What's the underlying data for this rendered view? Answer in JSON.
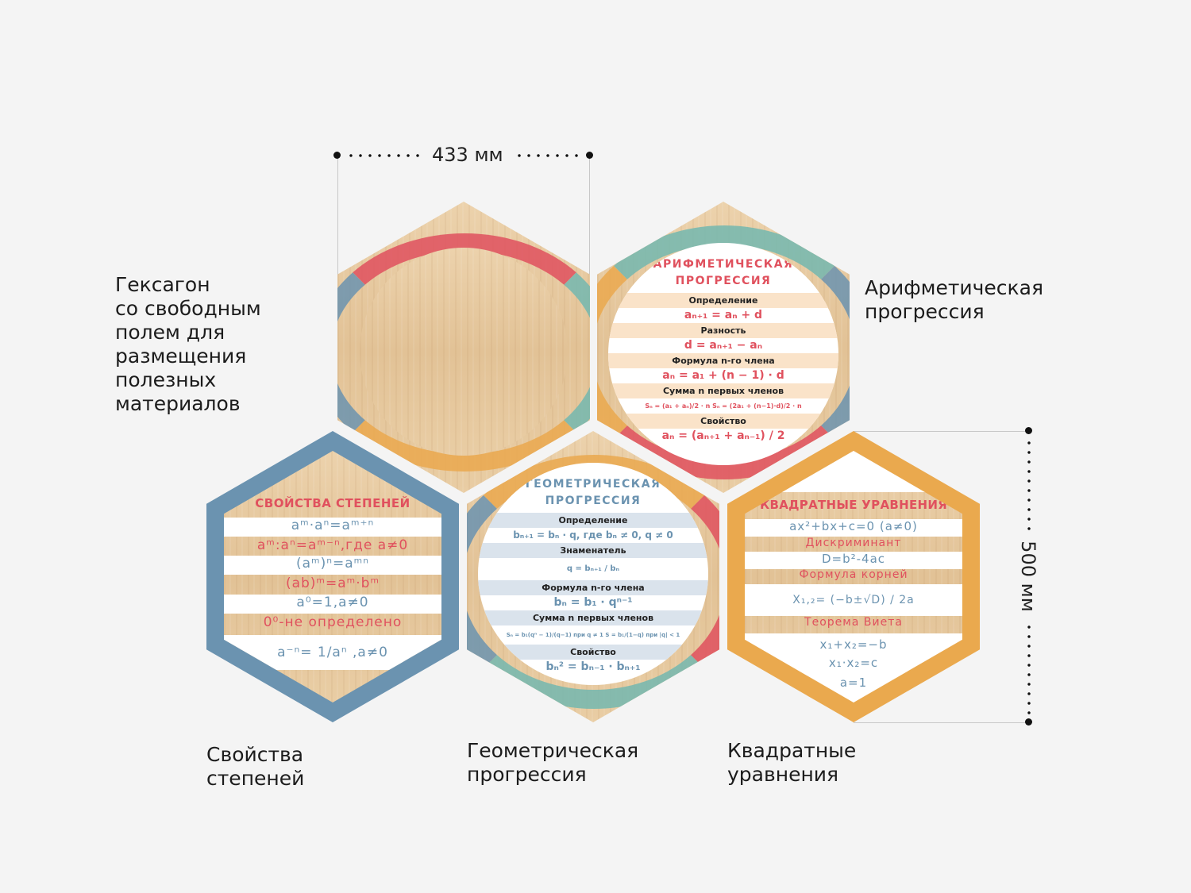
{
  "dimensions": {
    "width": "433 мм",
    "height": "500 мм"
  },
  "labels": {
    "blank": "Гексагон\nсо свободным\nполем для\nразмещения\nполезных\nматериалов",
    "arithmetic": "Арифметическая\nпрогрессия",
    "powers": "Свойства\nстепеней",
    "geometric": "Геометрическая\nпрогрессия",
    "quadratic": "Квадратные\nуравнения"
  },
  "colors": {
    "red": "#e0515e",
    "blue": "#6b93b0",
    "orange": "#eaa94e",
    "wood": "#e6c79c"
  },
  "arithmetic": {
    "title1": "АРИФМЕТИЧЕСКАЯ",
    "title2": "ПРОГРЕССИЯ",
    "rows": [
      "Определение",
      "aₙ₊₁ = aₙ + d",
      "Разность",
      "d = aₙ₊₁ − aₙ",
      "Формула n-го члена",
      "aₙ = a₁ + (n − 1) · d",
      "Сумма n первых членов",
      "Sₙ = (a₁ + aₙ)/2 · n      Sₙ = (2a₁ + (n−1)·d)/2 · n",
      "Свойство",
      "aₙ = (aₙ₊₁ + aₙ₋₁) / 2"
    ]
  },
  "geometric": {
    "title1": "ГЕОМЕТРИЧЕСКАЯ",
    "title2": "ПРОГРЕССИЯ",
    "rows": [
      "Определение",
      "bₙ₊₁ = bₙ · q, где bₙ ≠ 0, q ≠ 0",
      "Знаменатель",
      "q = bₙ₊₁ / bₙ",
      "Формула n-го члена",
      "bₙ = b₁ · qⁿ⁻¹",
      "Сумма n первых членов",
      "Sₙ = b₁(qⁿ − 1)/(q−1) при q ≠ 1     S = b₁/(1−q) при |q| < 1",
      "Свойство",
      "bₙ² = bₙ₋₁ · bₙ₊₁"
    ]
  },
  "powers": {
    "title": "СВОЙСТВА СТЕПЕНЕЙ",
    "rows": [
      "aᵐ·aⁿ=aᵐ⁺ⁿ",
      "aᵐ:aⁿ=aᵐ⁻ⁿ,где a≠0",
      "(aᵐ)ⁿ=aᵐⁿ",
      "(ab)ᵐ=aᵐ·bᵐ",
      "a⁰=1,a≠0",
      "0⁰-не определено",
      "a⁻ⁿ= 1/aⁿ ,a≠0"
    ]
  },
  "quadratic": {
    "title": "КВАДРАТНЫЕ УРАВНЕНИЯ",
    "rows": [
      "ax²+bx+c=0 (a≠0)",
      "Дискриминант",
      "D=b²-4ac",
      "Формула корней",
      "X₁,₂= (−b±√D) / 2a",
      "Теорема Виета",
      "x₁+x₂=−b",
      "x₁·x₂=c",
      "a=1"
    ]
  }
}
